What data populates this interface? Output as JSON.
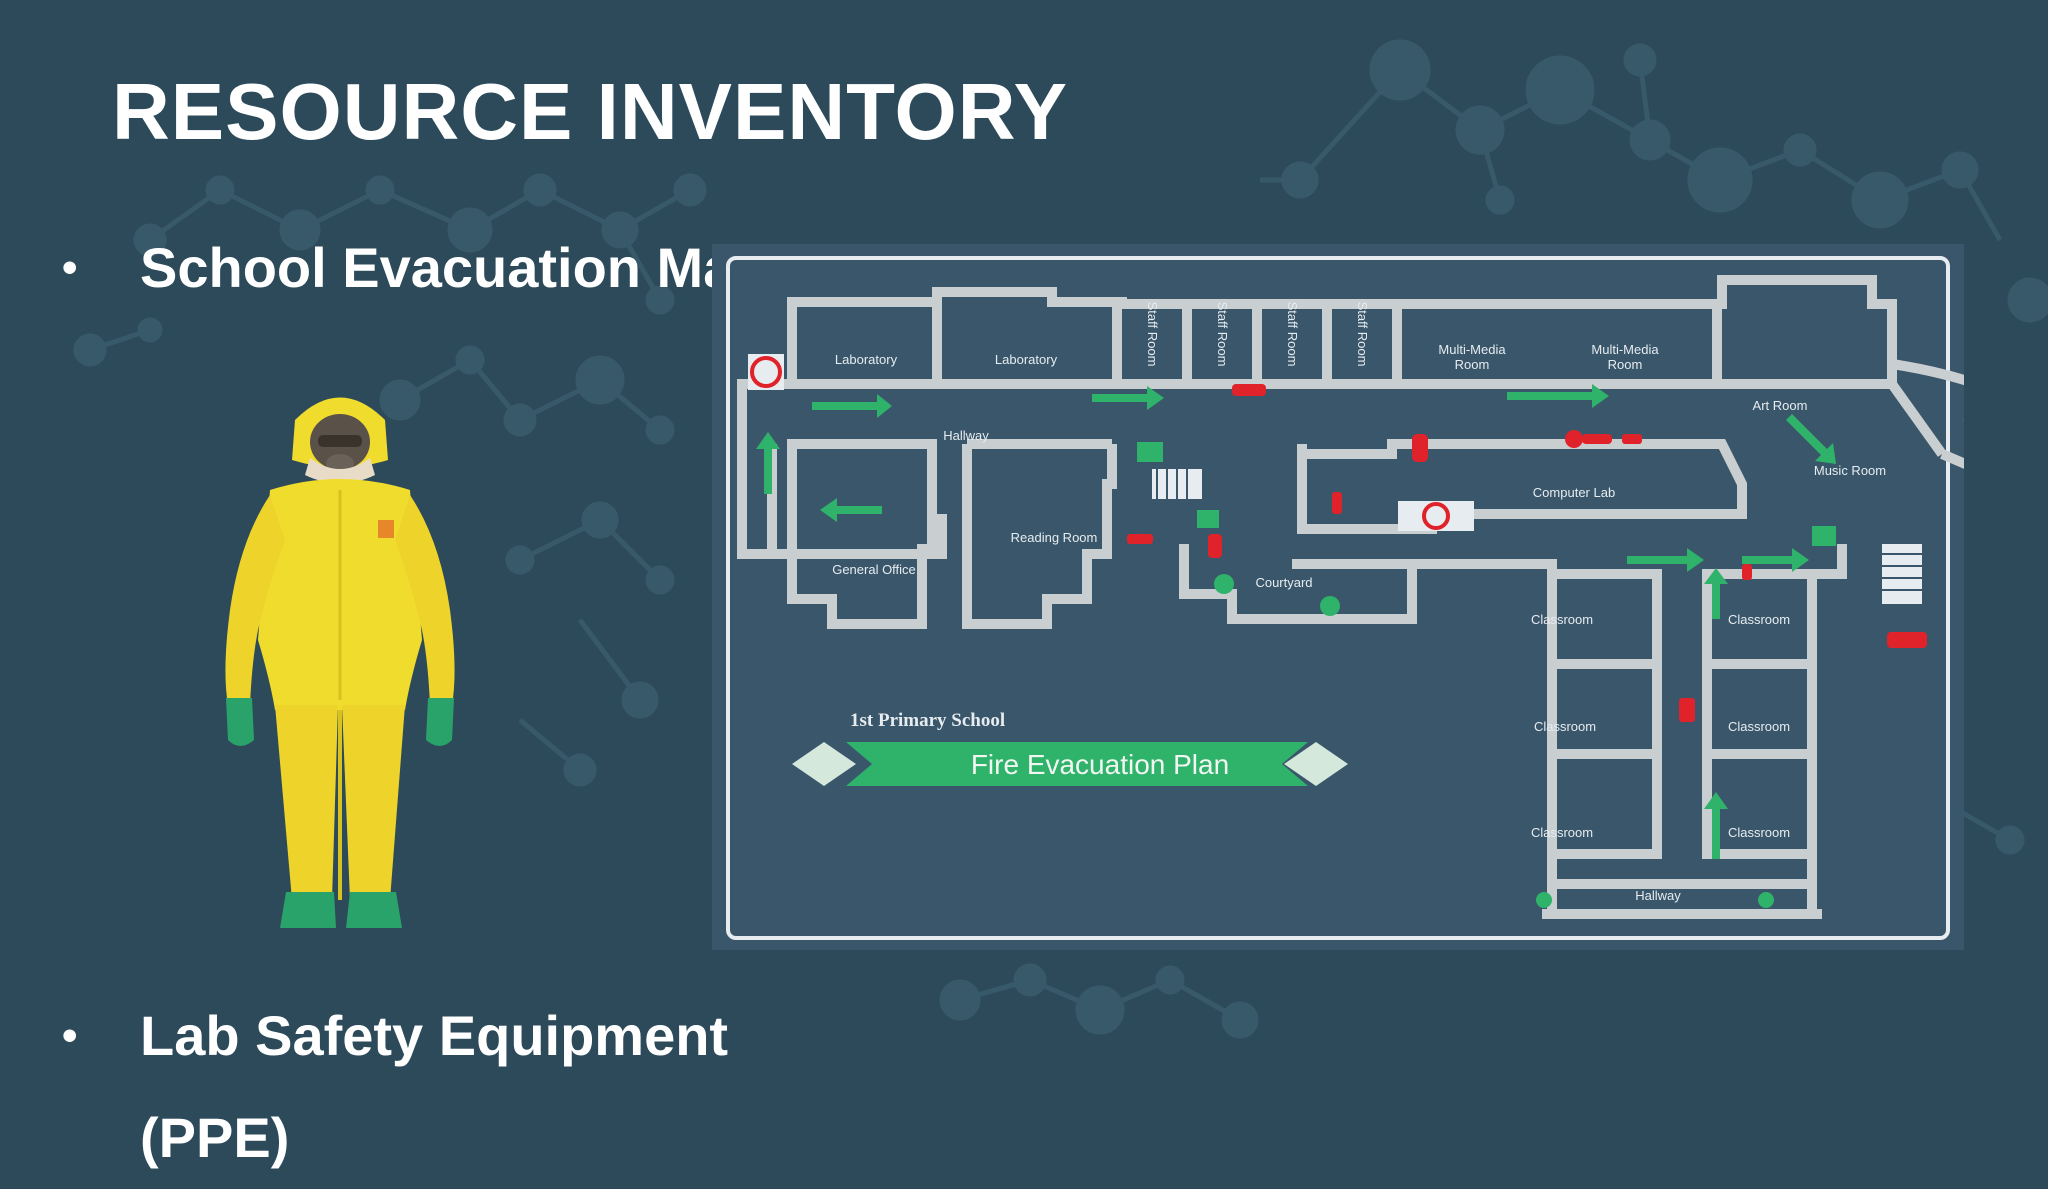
{
  "slide": {
    "title": "RESOURCE INVENTORY",
    "bullets": [
      {
        "symbol": "•",
        "text": "School Evacuation Map"
      },
      {
        "symbol": "•",
        "text": "Lab Safety Equipment (PPE)"
      }
    ]
  },
  "map": {
    "school_name": "1st Primary School",
    "banner": "Fire Evacuation Plan",
    "rooms": {
      "laboratory_1": "Laboratory",
      "laboratory_2": "Laboratory",
      "staff_room_1": "Staff Room",
      "staff_room_2": "Staff Room",
      "staff_room_3": "Staff Room",
      "staff_room_4": "Staff Room",
      "multimedia_1_l1": "Multi-Media",
      "multimedia_1_l2": "Room",
      "multimedia_2_l1": "Multi-Media",
      "multimedia_2_l2": "Room",
      "art_room": "Art Room",
      "music_room": "Music Room",
      "computer_lab": "Computer Lab",
      "hallway_top": "Hallway",
      "reading_room": "Reading Room",
      "general_office": "General Office",
      "courtyard": "Courtyard",
      "classroom_1": "Classroom",
      "classroom_2": "Classroom",
      "classroom_3": "Classroom",
      "classroom_4": "Classroom",
      "classroom_5": "Classroom",
      "classroom_6": "Classroom",
      "hallway_bottom": "Hallway"
    }
  },
  "colors": {
    "background": "#2c4a5a",
    "map_panel": "#3a566b",
    "wall": "#c9ced1",
    "route_arrow": "#2fb36a",
    "fire_equipment": "#e0222a",
    "suit": "#f0dc2c"
  },
  "icons": [
    "evacuation-route-arrow",
    "fire-extinguisher-icon",
    "emergency-exit-icon",
    "no-elevator-icon",
    "assembly-point-icon"
  ]
}
